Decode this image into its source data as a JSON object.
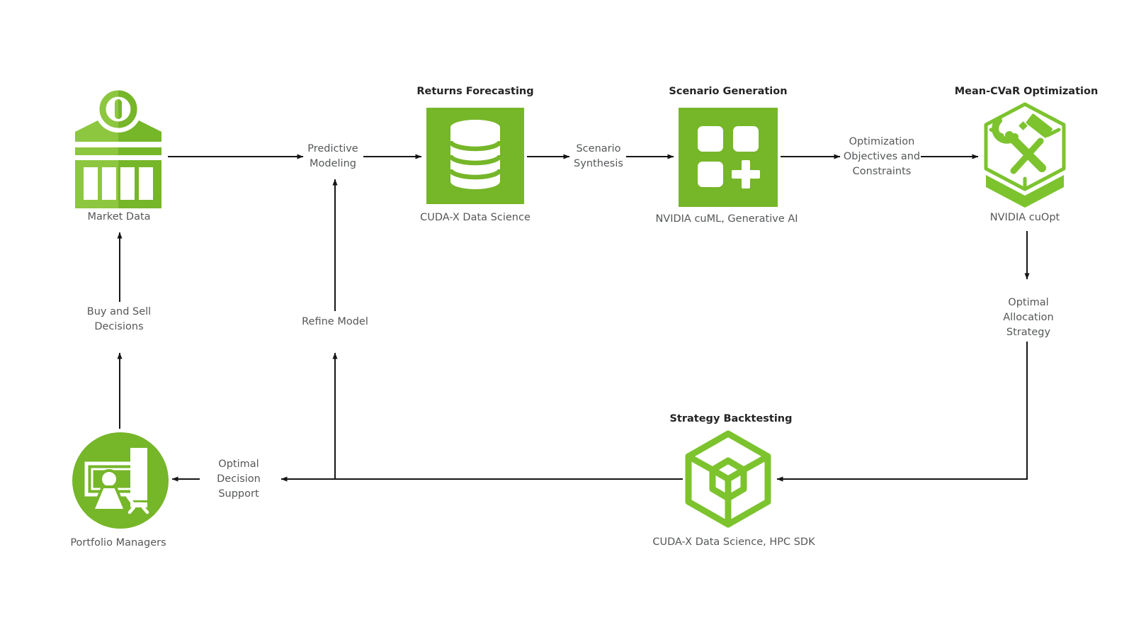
{
  "palette": {
    "canvas_bg": "#ffffff",
    "green_solid": "#76b629",
    "green_light": "#8dc63f",
    "green_outline": "#7cc32e",
    "arrow": "#161616",
    "heading_text": "#242424",
    "label_text": "#555759"
  },
  "nodes": {
    "market_data": {
      "label": "Market Data",
      "icon": "bank-icon"
    },
    "returns_forecasting": {
      "title": "Returns Forecasting",
      "subtitle": "CUDA-X Data Science",
      "icon": "database-icon"
    },
    "scenario_generation": {
      "title": "Scenario Generation",
      "subtitle": "NVIDIA cuML, Generative AI",
      "icon": "grid-plus-icon"
    },
    "mean_cvar_optimization": {
      "title": "Mean-CVaR Optimization",
      "subtitle": "NVIDIA cuOpt",
      "icon": "cuopt-toolbox-icon"
    },
    "strategy_backtesting": {
      "title": "Strategy Backtesting",
      "subtitle": "CUDA-X Data Science, HPC SDK",
      "icon": "wireframe-cube-icon"
    },
    "portfolio_managers": {
      "label": "Portfolio Managers",
      "icon": "presenter-icon"
    }
  },
  "flow_labels": {
    "predictive_modeling": "Predictive\nModeling",
    "scenario_synthesis": "Scenario\nSynthesis",
    "optimization_objectives": "Optimization\nObjectives and\nConstraints",
    "optimal_allocation": "Optimal\nAllocation\nStrategy",
    "refine_model": "Refine Model",
    "buy_and_sell_decisions": "Buy and Sell\nDecisions",
    "optimal_decision_support": "Optimal\nDecision\nSupport"
  }
}
